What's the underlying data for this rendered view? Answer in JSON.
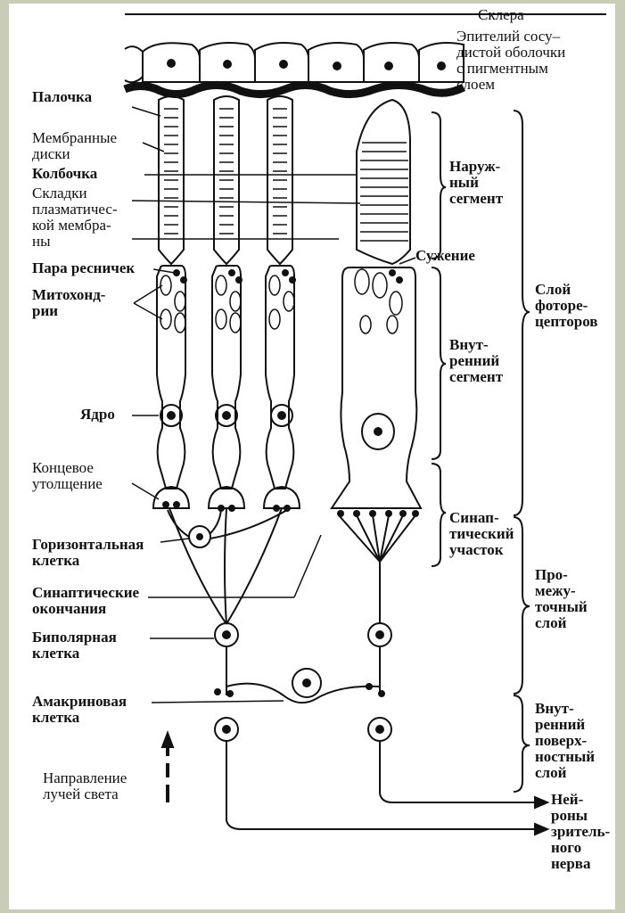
{
  "labels": {
    "sclera": "Склера",
    "pigment_epithelium": "Эпителий сосу–\nдистой оболочки\nс пигментным\nслоем",
    "rod": "Палочка",
    "membrane_discs": "Мембранные\nдиски",
    "cone": "Колбочка",
    "plasma_folds": "Складки\nплазматичес-\nкой мембра-\nны",
    "cilia_pair": "Пара ресничек",
    "mitochondria": "Митохонд-\nрии",
    "nucleus": "Ядро",
    "end_bulb": "Концевое\nутолщение",
    "horizontal_cell": "Горизонтальная\nклетка",
    "synaptic_endings": "Синаптические\nокончания",
    "bipolar_cell": "Биполярная\nклетка",
    "amacrine_cell": "Амакриновая\nклетка",
    "light_direction": "Направление\nлучей света",
    "outer_segment": "Наруж-\nный\nсегмент",
    "constriction": "Сужение",
    "inner_segment": "Внут-\nренний\nсегмент",
    "synaptic_region": "Синап-\nтический\nучасток",
    "photoreceptor_layer": "Слой\nфоторе-\nцепторов",
    "intermediate_layer": "Про-\nмежу-\nточный\nслой",
    "inner_surface_layer": "Внут-\nренний\nповерх-\nностный\nслой",
    "optic_nerve_neurons": "Ней-\nроны\nзритель-\nного\nнерва"
  }
}
